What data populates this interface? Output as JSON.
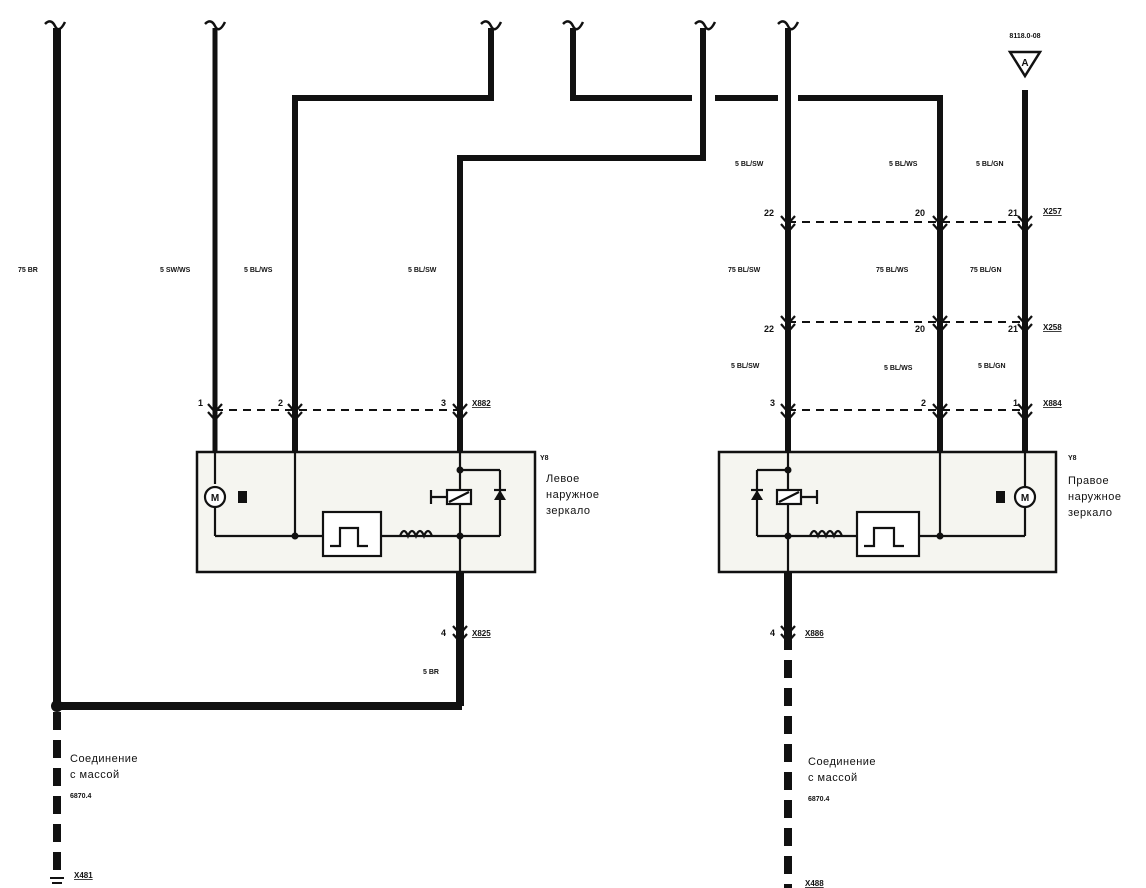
{
  "wires": {
    "left_ground_main": "75 BR",
    "left_pin1": "5 SW/WS",
    "left_pin2": "5 BL/WS",
    "left_pin3": "5 BL/SW",
    "left_ground_out": "5 BR",
    "right_upper_22": "5 BL/SW",
    "right_upper_20": "5 BL/WS",
    "right_upper_21": "5 BL/GN",
    "right_mid_22": "75 BL/SW",
    "right_mid_20": "75 BL/WS",
    "right_mid_21": "75 BL/GN",
    "right_low_3": "5 BL/SW",
    "right_low_2": "5 BL/WS",
    "right_low_1": "5 BL/GN"
  },
  "connectors": {
    "left_mirror_top": "X882",
    "left_mirror_bottom": "X825",
    "x257": "X257",
    "x258": "X258",
    "right_mirror_top": "X884",
    "right_mirror_bottom": "X886",
    "left_ground_end": "X481",
    "right_ground_end": "X488"
  },
  "pins": {
    "left": [
      "1",
      "2",
      "3"
    ],
    "left_bottom": "4",
    "x257": [
      "22",
      "20",
      "21"
    ],
    "x258": [
      "22",
      "20",
      "21"
    ],
    "right": [
      "3",
      "2",
      "1"
    ],
    "right_bottom": "4"
  },
  "components": {
    "left_mirror_id": "Y8",
    "left_mirror_name": [
      "Левое",
      "наружное",
      "зеркало"
    ],
    "right_mirror_id": "Y8",
    "right_mirror_name": [
      "Правое",
      "наружное",
      "зеркало"
    ],
    "motor_symbol": "M",
    "ref_a_code": "8118.0-08",
    "ref_a_letter": "A"
  },
  "grounds": {
    "left_title": [
      "Соединение",
      "с массой"
    ],
    "left_code": "6870.4",
    "right_title": [
      "Соединение",
      "с массой"
    ],
    "right_code": "6870.4"
  }
}
